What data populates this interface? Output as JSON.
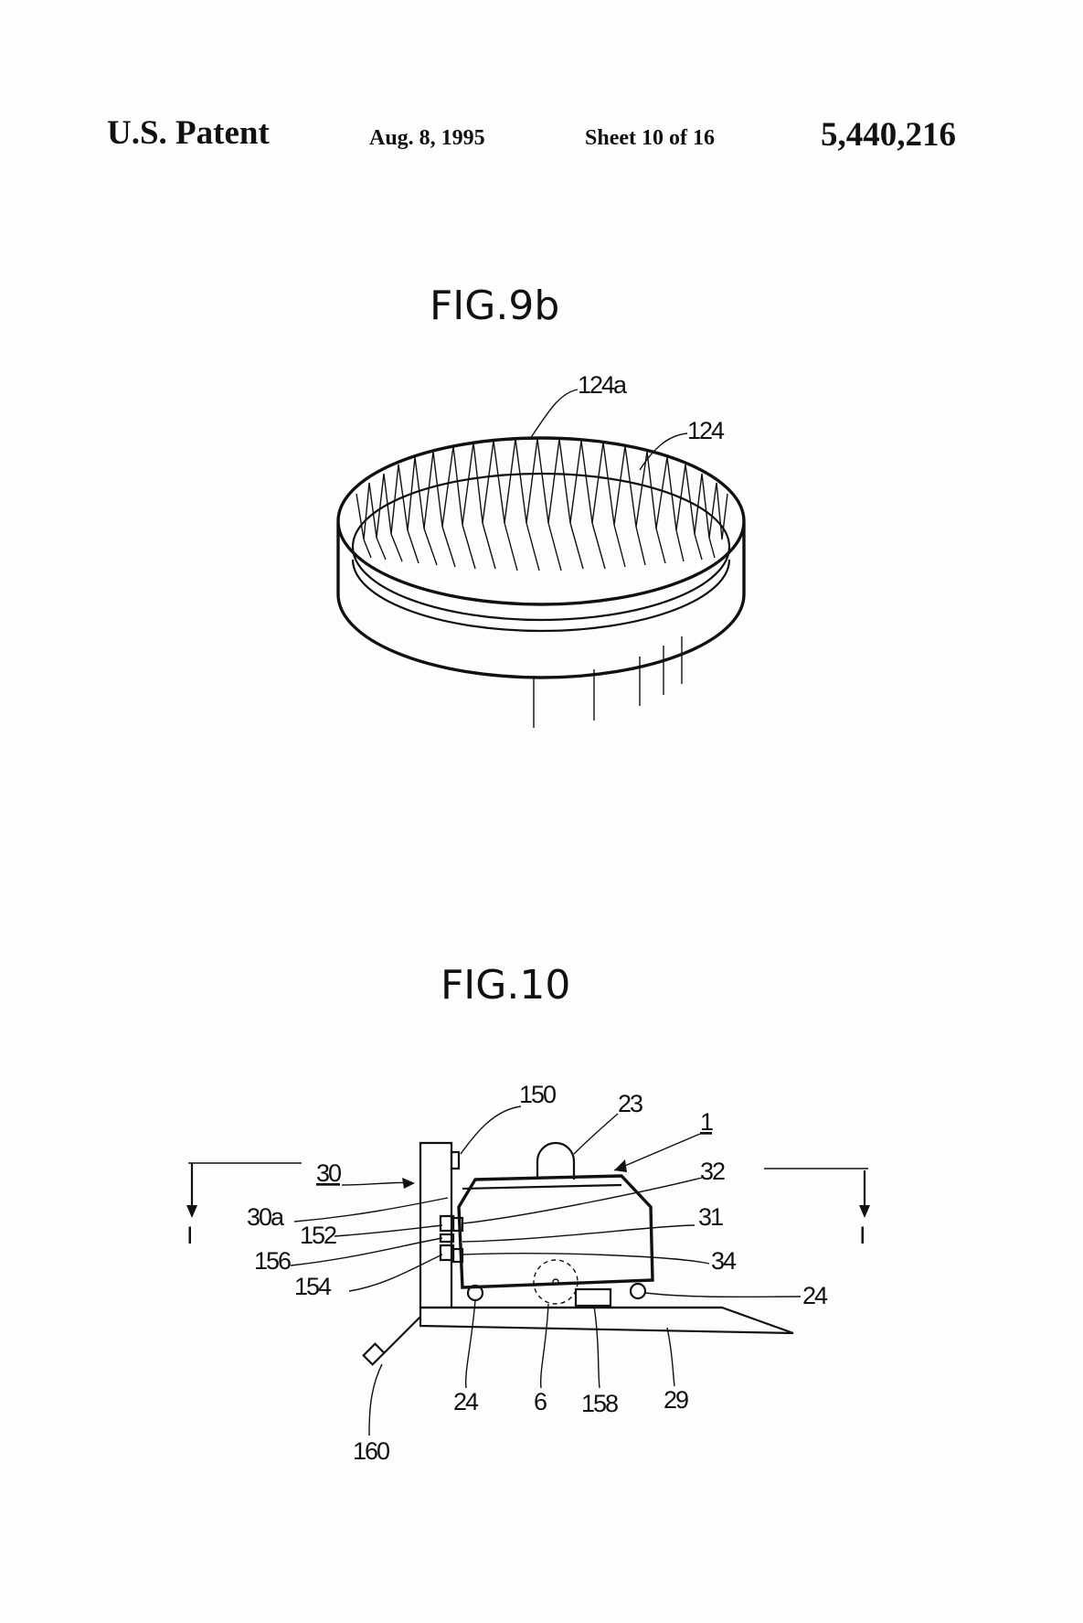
{
  "header": {
    "title": "U.S. Patent",
    "date": "Aug. 8, 1995",
    "sheet": "Sheet 10 of 16",
    "patent_number": "5,440,216"
  },
  "figures": [
    {
      "id": "fig9b",
      "label": "FIG.9b",
      "refs": [
        "124a",
        "124"
      ]
    },
    {
      "id": "fig10",
      "label": "FIG.10",
      "refs": [
        "150",
        "23",
        "1",
        "30",
        "32",
        "30a",
        "31",
        "152",
        "156",
        "34",
        "154",
        "24",
        "24",
        "6",
        "158",
        "29",
        "160",
        "I",
        "I"
      ]
    }
  ],
  "colors": {
    "ink": "#111111",
    "paper": "#fdfdfd"
  }
}
